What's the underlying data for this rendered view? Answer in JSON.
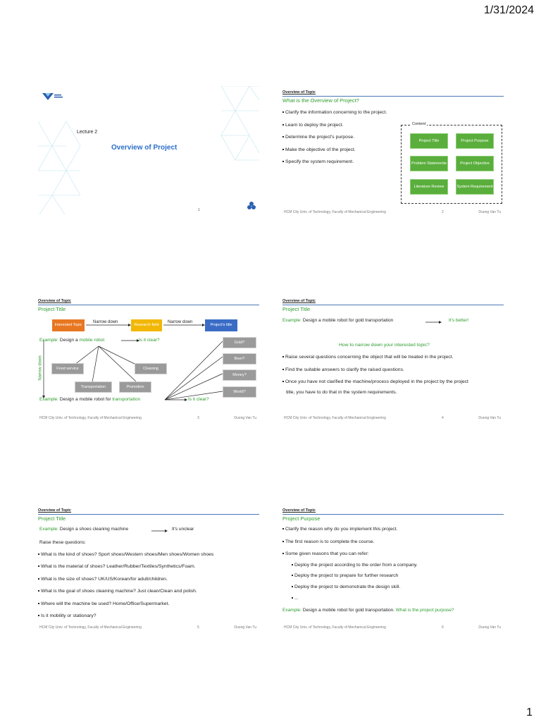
{
  "page": {
    "date": "1/31/2024",
    "number": "1"
  },
  "footer": {
    "institution": "HCM City Univ. of Technology, Faculty of Mechanical Engineering",
    "author": "Duong Van Tu"
  },
  "slide1": {
    "lecture": "Lecture 2",
    "title": "Overview of Project",
    "number": "1"
  },
  "slide2": {
    "header": "Overview of Topic",
    "title": "What is the Overview of Project?",
    "bullets": [
      "Clarify the information concerning to the project.",
      "Learn to deploy the project.",
      "Determine the project's purpose.",
      "Make the objective of the project.",
      "Specify the system requirement."
    ],
    "content_label": "Content",
    "boxes": [
      "Project Title",
      "Project Purpose",
      "Problem Statements",
      "Project Objective",
      "Literature Review",
      "System Requirement"
    ],
    "number": "2"
  },
  "slide3": {
    "header": "Overview of Topic",
    "title": "Project Title",
    "interested": "Interested Topic",
    "narrow1": "Narrow down",
    "field": "Research field",
    "narrow2": "Narrow down",
    "projtitle": "Project's title",
    "ex1_prefix": "Example: ",
    "ex1_text": "Design a ",
    "ex1_hl": "mobile robot",
    "ex1_q": "Is it clear?",
    "narrow_vertical": "Narrow down",
    "apps": [
      "Food service",
      "Cleaning",
      "Transportation",
      "Promotion"
    ],
    "right": [
      "Gold?",
      "Beer?",
      "Money?",
      "World?"
    ],
    "ex2_prefix": "Example: ",
    "ex2_text": "Design a mobile robot for ",
    "ex2_hl": "transportation",
    "ex2_q": "Is it clear?",
    "number": "3"
  },
  "slide4": {
    "header": "Overview of Topic",
    "title": "Project Title",
    "ex_prefix": "Example: ",
    "ex_text": "Design a mobile robot for gold transportation",
    "ex_res": "It's better!",
    "subhead": "How to narrow down your interested topic?",
    "bullets": [
      "Raise several questions concerning the object that will be treated in the project.",
      "Find the suitable answers to clarify the raised questions.",
      "Once you have not clarified the machine/process deployed in the project by the project",
      "title, you have to do that in the system requirements."
    ],
    "number": "4"
  },
  "slide5": {
    "header": "Overview of Topic",
    "title": "Project Title",
    "ex_prefix": "Example:  ",
    "ex_text": "Design a shoes cleaning machine",
    "ex_res": "It's unclear",
    "raise": "Raise these questions:",
    "bullets": [
      "What is the kind of shoes? Sport shoes/Western shoes/Men shoes/Women shoes",
      "What is the material of shoes? Leather/Rubber/Textiles/Synthetics/Foam.",
      "What is the size of shoes? UK/US/Korean/for adult/children.",
      "What is the goal of shoes cleaning machine? Just clean/Clean and polish.",
      "Where will the machine be used? Home/Office/Supermarket.",
      "Is it mobility or stationary?"
    ],
    "number": "5"
  },
  "slide6": {
    "header": "Overview of Topic",
    "title": "Project Purpose",
    "bullets": [
      "Clarify the reason why do you implement this project.",
      "The first reason is to complete the course.",
      "Some given reasons that you can refer:"
    ],
    "sub": [
      "Deploy the project according to the order from a company.",
      "Deploy the project to prepare for further research",
      "Deploy the project to demonstrate the design skill.",
      "..."
    ],
    "ex_prefix": "Example: ",
    "ex_text": "Design a mobile robot for gold transportation. ",
    "ex_hl": "What is the project purpose?",
    "number": "6"
  },
  "colors": {
    "green": "#2e9c2e",
    "blue_title": "#2a6fc9",
    "rule": "#4a78b5",
    "orange": "#e87722",
    "yellow": "#f2b705",
    "blue_box": "#3a6cc6",
    "green_box": "#5aae3c",
    "gray_box": "#9a9a9a"
  }
}
